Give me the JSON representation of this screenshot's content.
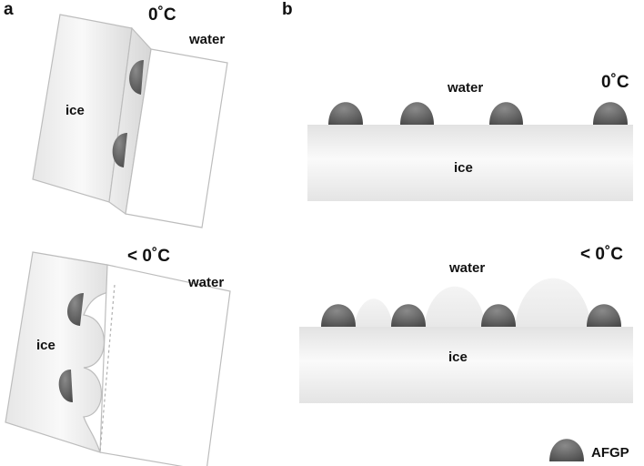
{
  "panels": {
    "a": {
      "letter": "a",
      "top": {
        "temperature": "0˚C",
        "ice": "ice",
        "water": "water",
        "afgp_count": 2
      },
      "bottom": {
        "temperature": "< 0˚C",
        "ice": "ice",
        "water": "water",
        "afgp_count": 2
      }
    },
    "b": {
      "letter": "b",
      "top": {
        "temperature": "0˚C",
        "ice": "ice",
        "water": "water",
        "afgp_count": 4
      },
      "bottom": {
        "temperature": "< 0˚C",
        "ice": "ice",
        "water": "water",
        "afgp_count": 4
      }
    }
  },
  "legend": {
    "label": "AFGP"
  },
  "colors": {
    "ice_light": "#f7f7f7",
    "ice_dark": "#d9d9d9",
    "afgp": "#5c5c5c",
    "outline": "#b8b8b8"
  }
}
